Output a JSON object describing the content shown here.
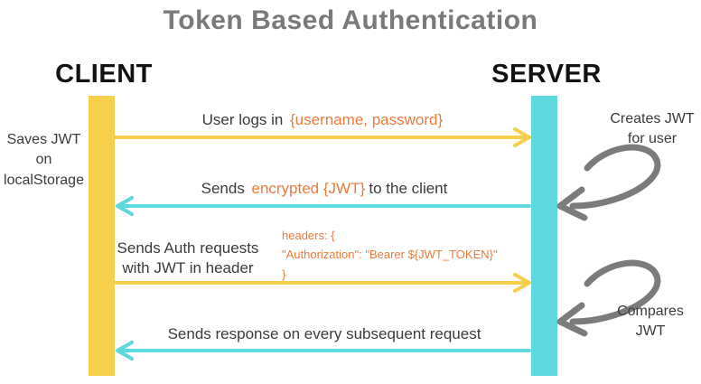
{
  "title": "Token Based Authentication",
  "colors": {
    "client_bar": "#F6CF4D",
    "server_bar": "#5DD9DD",
    "highlight_text": "#EC7A3B",
    "body_text": "#3B3B3B",
    "title_text": "#7A7A7A",
    "curl_arrow": "#7B7B7B"
  },
  "actors": {
    "client": {
      "label": "CLIENT"
    },
    "server": {
      "label": "SERVER"
    }
  },
  "notes": {
    "client_side": "Saves JWT\non\nlocalStorage",
    "server_top": "Creates JWT\nfor user",
    "server_bottom": "Compares\nJWT"
  },
  "messages": {
    "login": {
      "before": "User logs in",
      "highlight": "{username, password}",
      "after": ""
    },
    "send_jwt": {
      "before": "Sends",
      "highlight": "encrypted {JWT}",
      "after": "to the client"
    },
    "auth_request": {
      "label": "Sends Auth requests\nwith JWT in header",
      "code": "headers: {\n\"Authorization\": \"Bearer ${JWT_TOKEN}\"\n}"
    },
    "response": {
      "text": "Sends response on every subsequent request"
    }
  }
}
